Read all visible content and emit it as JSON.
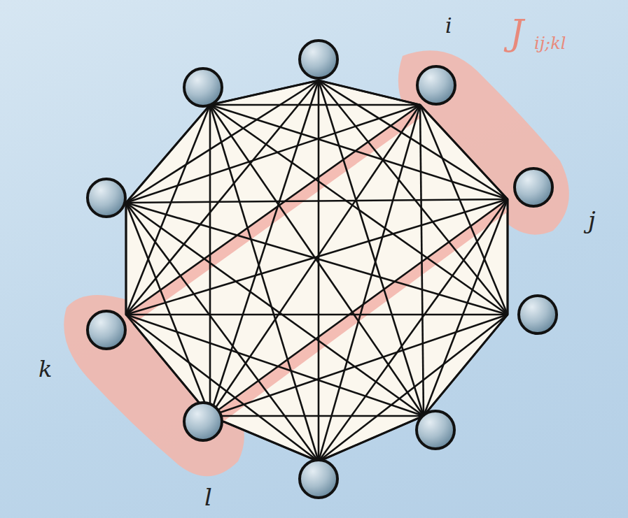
{
  "diagram": {
    "labels": [
      "i",
      "J",
      "ij;kl",
      "j",
      "k",
      "l"
    ]
  }
}
